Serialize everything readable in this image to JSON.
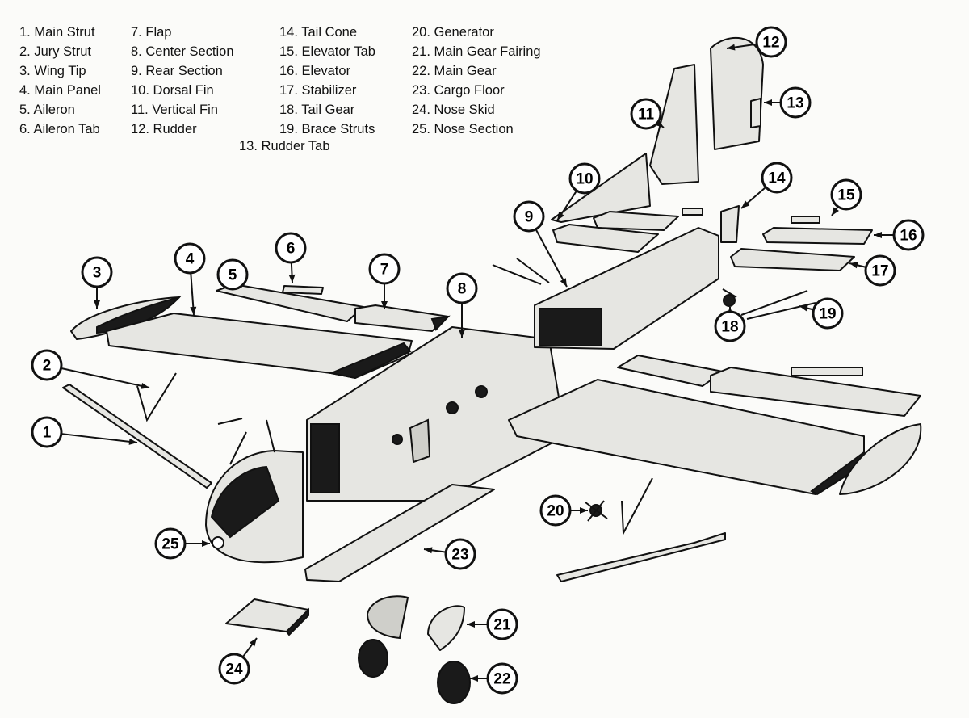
{
  "legend": [
    {
      "num": "1.",
      "label": "Main Strut"
    },
    {
      "num": "2.",
      "label": "Jury Strut"
    },
    {
      "num": "3.",
      "label": "Wing Tip"
    },
    {
      "num": "4.",
      "label": "Main Panel"
    },
    {
      "num": "5.",
      "label": "Aileron"
    },
    {
      "num": "6.",
      "label": "Aileron Tab"
    },
    {
      "num": "7.",
      "label": "Flap"
    },
    {
      "num": "8.",
      "label": "Center Section"
    },
    {
      "num": "9.",
      "label": "Rear Section"
    },
    {
      "num": "10.",
      "label": "Dorsal Fin"
    },
    {
      "num": "11.",
      "label": "Vertical Fin"
    },
    {
      "num": "12.",
      "label": "Rudder"
    },
    {
      "num": "13.",
      "label": "Rudder Tab"
    },
    {
      "num": "14.",
      "label": "Tail Cone"
    },
    {
      "num": "15.",
      "label": "Elevator Tab"
    },
    {
      "num": "16.",
      "label": "Elevator"
    },
    {
      "num": "17.",
      "label": "Stabilizer"
    },
    {
      "num": "18.",
      "label": "Tail Gear"
    },
    {
      "num": "19.",
      "label": "Brace Struts"
    },
    {
      "num": "20.",
      "label": "Generator"
    },
    {
      "num": "21.",
      "label": "Main Gear Fairing"
    },
    {
      "num": "22.",
      "label": "Main Gear"
    },
    {
      "num": "23.",
      "label": "Cargo Floor"
    },
    {
      "num": "24.",
      "label": "Nose Skid"
    },
    {
      "num": "25.",
      "label": "Nose Section"
    }
  ],
  "callouts": [
    "1",
    "2",
    "3",
    "4",
    "5",
    "6",
    "7",
    "8",
    "9",
    "10",
    "11",
    "12",
    "13",
    "14",
    "15",
    "16",
    "17",
    "18",
    "19",
    "20",
    "21",
    "22",
    "23",
    "24",
    "25"
  ]
}
